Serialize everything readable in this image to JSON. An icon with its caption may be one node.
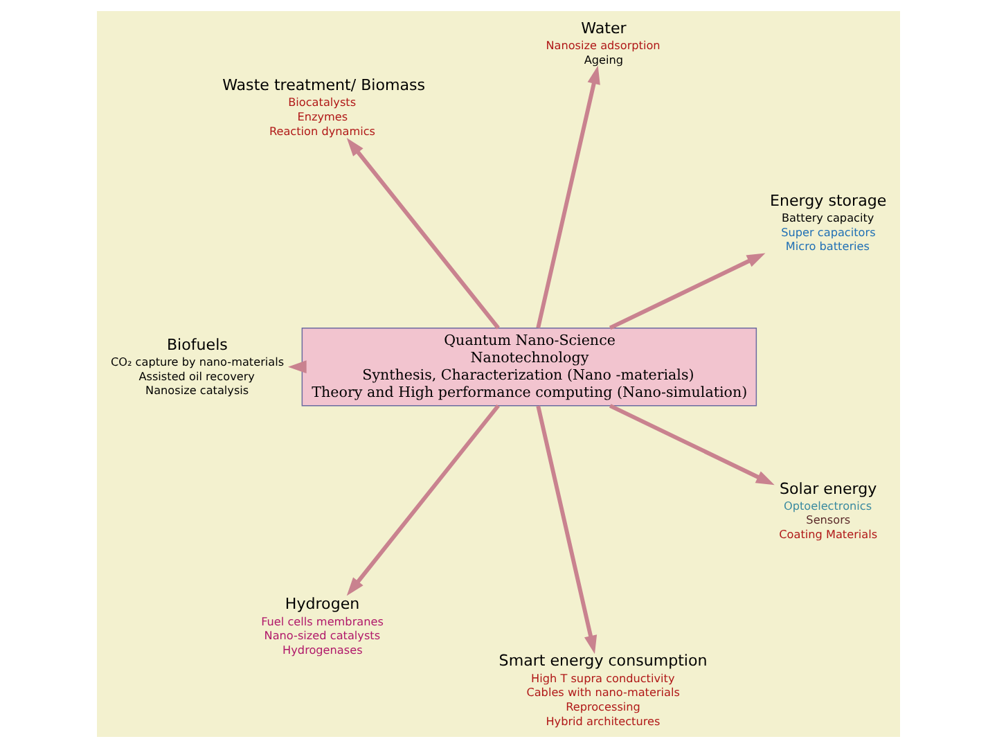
{
  "diagram": {
    "nodes": [
      {
        "text": [
          "Quantum Nano-Science",
          "Nanotechnology",
          "Synthesis, Characterization (Nano -materials)",
          "Theory and High performance computing (Nano-simulation)"
        ]
      },
      {
        "text": [
          "Energy storage"
        ],
        "beside": [
          "Battery capacity",
          "Super capacitors",
          "Micro batteries"
        ]
      },
      {
        "text": [
          "Water"
        ],
        "beside": [
          "Nanosize adsorption",
          "Ageing"
        ]
      },
      {
        "text": [
          "Waste treatment/ Biomass"
        ],
        "beside": [
          "Biocatalysts",
          "Enzymes",
          "Reaction dynamics"
        ]
      },
      {
        "text": [
          "Biofuels"
        ],
        "beside": [
          "CO₂ capture by nano-materials",
          "Assisted oil recovery",
          "Nanosize catalysis"
        ]
      },
      {
        "text": [
          "Hydrogen"
        ],
        "beside": [
          "Fuel cells membranes",
          "Nano-sized catalysts",
          "Hydrogenases"
        ]
      },
      {
        "text": [
          "Smart energy consumption"
        ],
        "beside": [
          "High T supra conductivity",
          "Cables with nano-materials",
          "Reprocessing",
          "Hybrid architectures"
        ]
      },
      {
        "text": [
          "Solar energy"
        ],
        "beside": [
          "Optoelectronics",
          "Sensors",
          "Coating Materials"
        ]
      }
    ],
    "edges": [
      {
        "from": 0,
        "to": 1,
        "arrow": "to"
      },
      {
        "from": 0,
        "to": 2,
        "arrow": "to"
      },
      {
        "from": 0,
        "to": 3,
        "arrow": "to"
      },
      {
        "from": 0,
        "to": 4,
        "arrow": "to"
      },
      {
        "from": 0,
        "to": 5,
        "arrow": "to"
      },
      {
        "from": 0,
        "to": 6,
        "arrow": "to"
      },
      {
        "from": 0,
        "to": 7,
        "arrow": "to"
      }
    ]
  }
}
